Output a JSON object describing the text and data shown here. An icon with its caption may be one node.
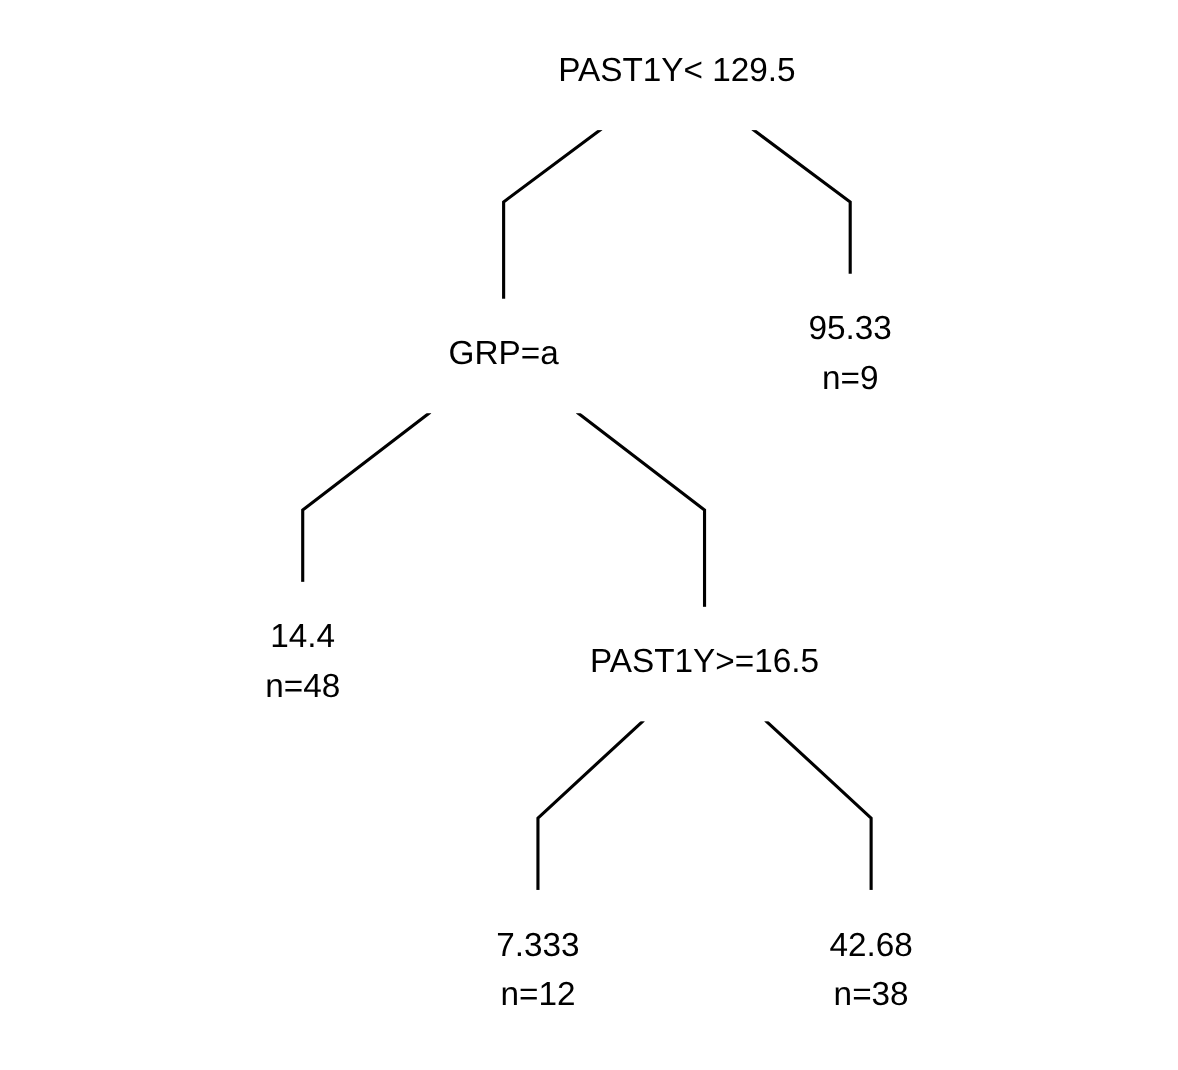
{
  "diagram": {
    "nodes": [
      {
        "text": [
          "PAST1Y< 129.5"
        ]
      },
      {
        "text": [
          "GRP=a"
        ]
      },
      {
        "text": [
          "95.33",
          "n=9"
        ]
      },
      {
        "text": [
          "14.4",
          "n=48"
        ]
      },
      {
        "text": [
          "PAST1Y>=16.5"
        ]
      },
      {
        "text": [
          "7.333",
          "n=12"
        ]
      },
      {
        "text": [
          "42.68",
          "n=38"
        ]
      }
    ],
    "edges": [
      {
        "from": 0,
        "to": 1,
        "arrow": "none"
      },
      {
        "from": 0,
        "to": 2,
        "arrow": "none"
      },
      {
        "from": 1,
        "to": 3,
        "arrow": "none"
      },
      {
        "from": 1,
        "to": 4,
        "arrow": "none"
      },
      {
        "from": 4,
        "to": 5,
        "arrow": "none"
      },
      {
        "from": 4,
        "to": 6,
        "arrow": "none"
      }
    ]
  }
}
